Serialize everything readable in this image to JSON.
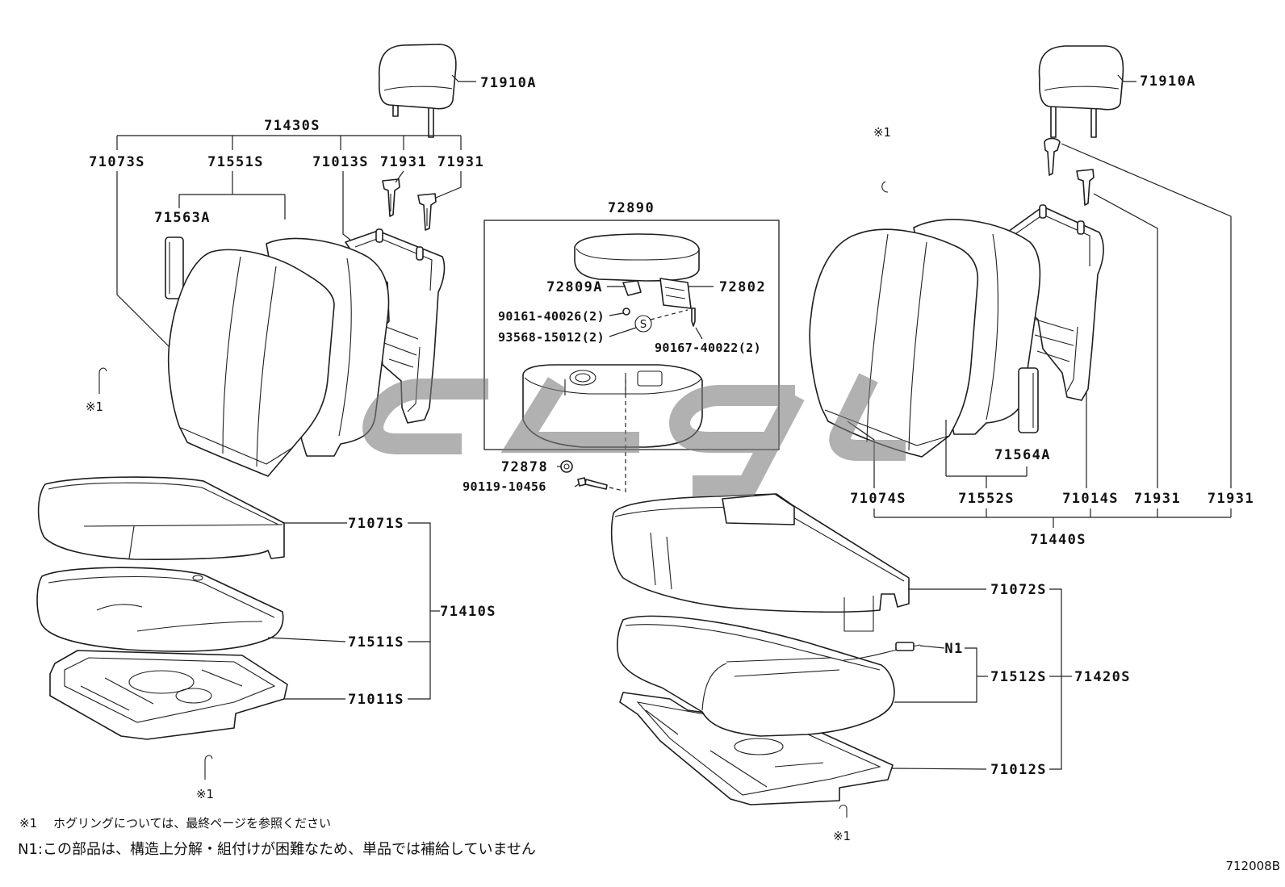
{
  "figure_code": "712008B",
  "left_seat": {
    "headrest": "71910A",
    "seatback_assy": "71430S",
    "seatback_cover": "71073S",
    "seatback_pad": "71551S",
    "seatback_frame": "71013S",
    "headrest_guide_a": "71931",
    "headrest_guide_b": "71931",
    "side_pad": "71563A",
    "cushion_cover": "71071S",
    "cushion_assy": "71410S",
    "cushion_pad": "71511S",
    "cushion_frame": "71011S",
    "hog_ring_mark_side": "※1",
    "hog_ring_mark_bottom": "※1"
  },
  "console": {
    "assy": "72890",
    "hinge": "72809A",
    "lock": "72802",
    "screw_a": "90161-40026(2)",
    "washer": "93568-15012(2)",
    "screw_b": "90167-40022(2)",
    "s_mark": "S",
    "nut": "72878",
    "bolt": "90119-10456"
  },
  "right_seat": {
    "headrest": "71910A",
    "hog_ring_mark_top": "※1",
    "side_pad": "71564A",
    "seatback_cover": "71074S",
    "seatback_pad": "71552S",
    "seatback_frame": "71014S",
    "headrest_guide_a": "71931",
    "headrest_guide_b": "71931",
    "seatback_assy": "71440S",
    "cushion_cover": "71072S",
    "n1_mark": "N1",
    "cushion_pad": "71512S",
    "cushion_assy": "71420S",
    "cushion_frame": "71012S",
    "hog_ring_mark_bottom": "※1"
  },
  "notes": {
    "note1_mark": "※1",
    "note1_text": "ホグリングについては、最終ページを参照ください",
    "note2_text": "N1:この部品は、構造上分解・組付けが困難なため、単品では補給していません"
  }
}
